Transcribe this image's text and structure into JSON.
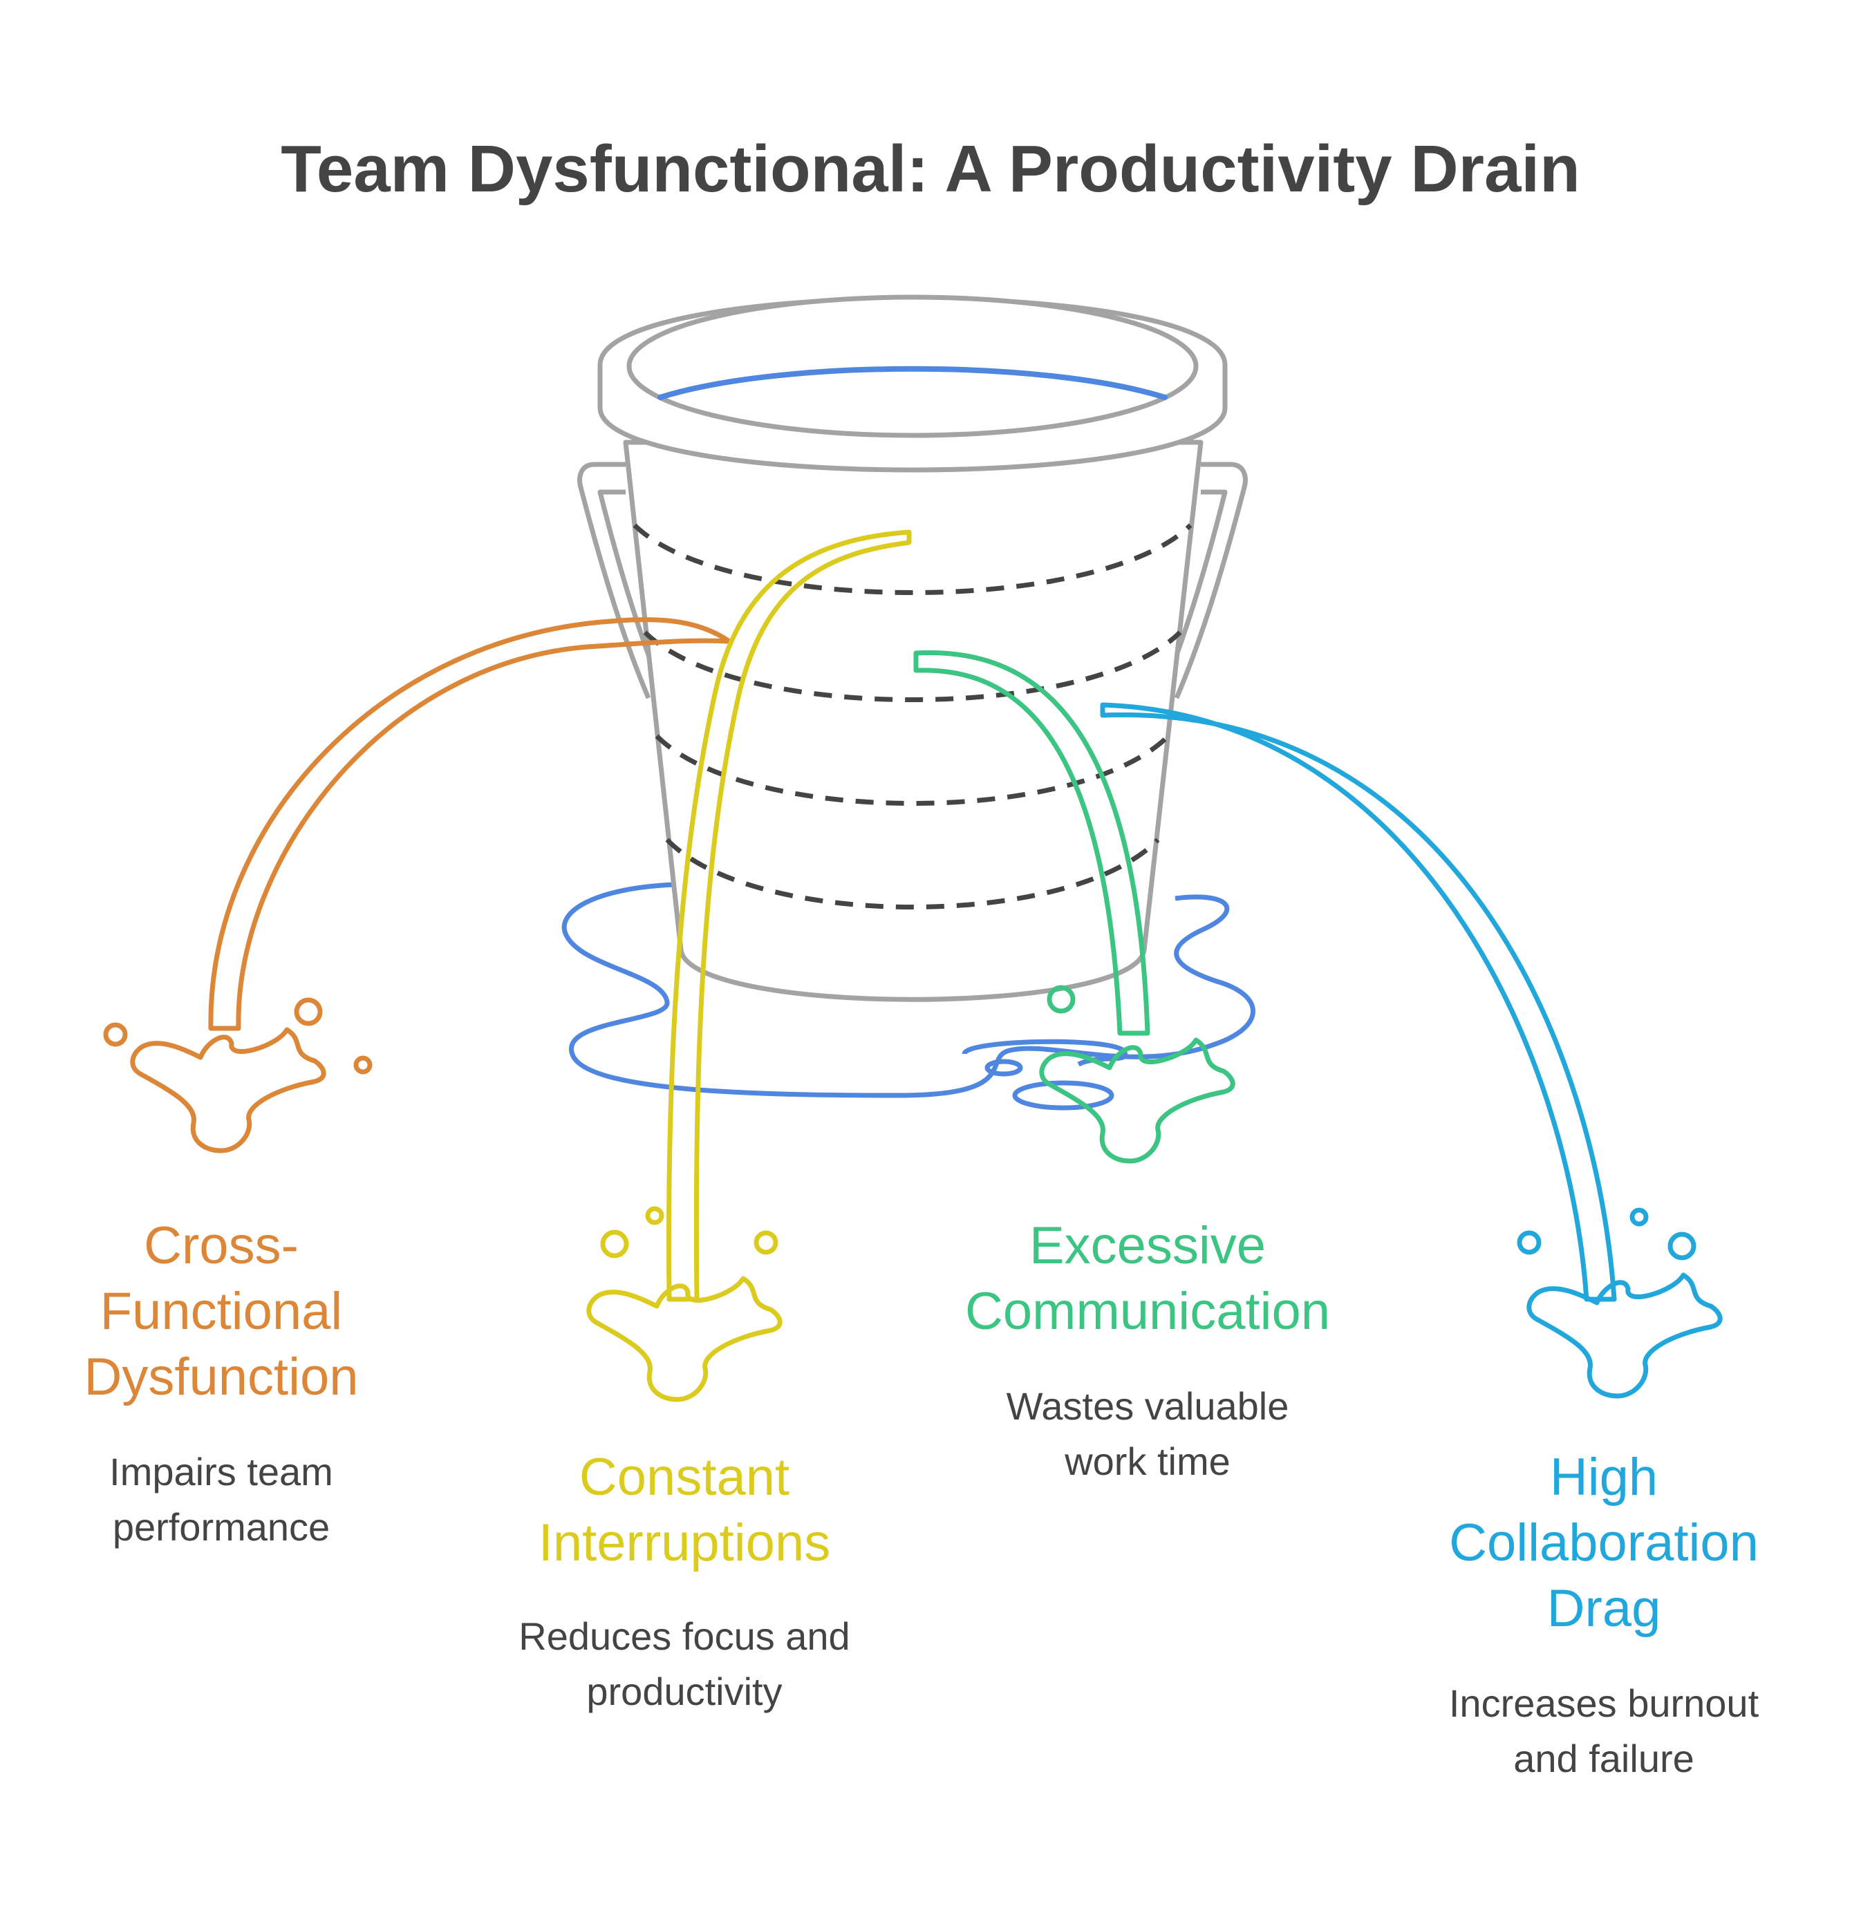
{
  "title": "Team Dysfunctional: A Productivity Drain",
  "colors": {
    "bucket": "#a3a3a3",
    "band": "#444444",
    "water": "#4f86e0"
  },
  "items": [
    {
      "heading": "Cross-\nFunctional\nDysfunction",
      "description": "Impairs team\nperformance",
      "color": "#dc8638"
    },
    {
      "heading": "Constant\nInterruptions",
      "description": "Reduces focus and\nproductivity",
      "color": "#dccb1f"
    },
    {
      "heading": "Excessive\nCommunication",
      "description": "Wastes valuable\nwork time",
      "color": "#3cc482"
    },
    {
      "heading": "High\nCollaboration\nDrag",
      "description": "Increases burnout\nand failure",
      "color": "#21a7dc"
    }
  ]
}
